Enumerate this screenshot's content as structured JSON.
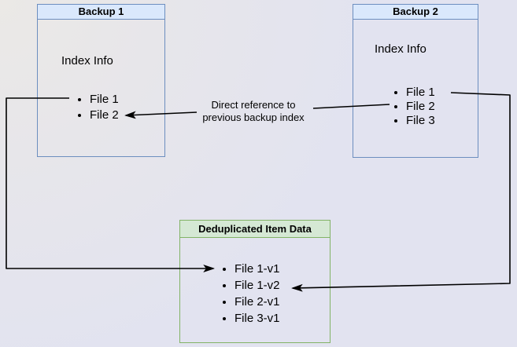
{
  "diagram": {
    "backup1": {
      "title": "Backup 1",
      "subtitle": "Index Info",
      "items": [
        "File 1",
        "File 2"
      ]
    },
    "backup2": {
      "title": "Backup 2",
      "subtitle": "Index Info",
      "items": [
        "File 1",
        "File 2",
        "File 3"
      ]
    },
    "dedup": {
      "title": "Deduplicated Item Data",
      "items": [
        "File 1-v1",
        "File 1-v2",
        "File 2-v1",
        "File 3-v1"
      ]
    },
    "annotation": {
      "line1": "Direct reference to",
      "line2": "previous backup index"
    }
  },
  "colors": {
    "background_top_left": "#ebe9e6",
    "background": "#e2e3f0",
    "blue_header_fill": "#dae8fc",
    "blue_border": "#6c8ebf",
    "green_header_fill": "#d5e8d4",
    "green_border": "#82b366",
    "arrow": "#000000",
    "text": "#000000"
  }
}
